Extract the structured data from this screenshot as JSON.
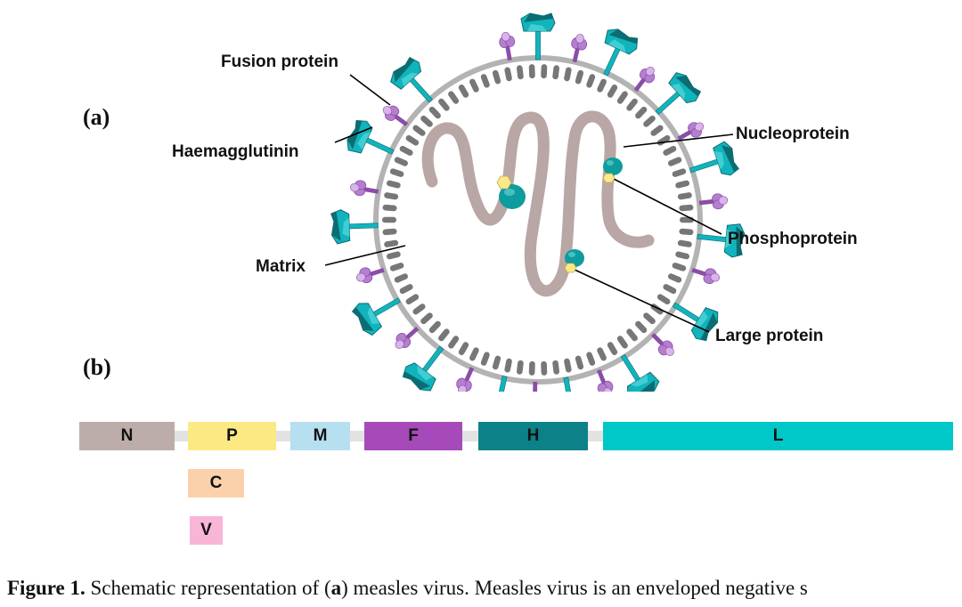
{
  "panels": {
    "a": "(a)",
    "b": "(b)"
  },
  "labels": {
    "fusion": "Fusion protein",
    "haemagglutinin": "Haemagglutinin",
    "matrix": "Matrix",
    "nucleoprotein": "Nucleoprotein",
    "phosphoprotein": "Phosphoprotein",
    "large": "Large protein"
  },
  "genome": {
    "genes": [
      {
        "label": "N",
        "color": "#bcadab"
      },
      {
        "label": "P",
        "color": "#fbea83"
      },
      {
        "label": "M",
        "color": "#b6dff0"
      },
      {
        "label": "F",
        "color": "#a54ab8"
      },
      {
        "label": "H",
        "color": "#0c8288"
      },
      {
        "label": "L",
        "color": "#00c8c8"
      }
    ],
    "sub_genes": [
      {
        "label": "C",
        "color": "#fbd1ac"
      },
      {
        "label": "V",
        "color": "#f8b5d8"
      }
    ]
  },
  "colors": {
    "envelope": "#b3b3b3",
    "matrix": "#777777",
    "rna": "#b9a7a5",
    "haemagglutinin": "#11b4bc",
    "fusion": "#b57fcf",
    "nucleoprotein": "#0e9c9e",
    "phosphoprotein": "#fbe98a"
  },
  "caption": {
    "bold": "Figure 1.",
    "text": " Schematic representation of (",
    "bold_a": "a",
    "text2": ") measles virus. Measles virus is an enveloped negative s"
  }
}
